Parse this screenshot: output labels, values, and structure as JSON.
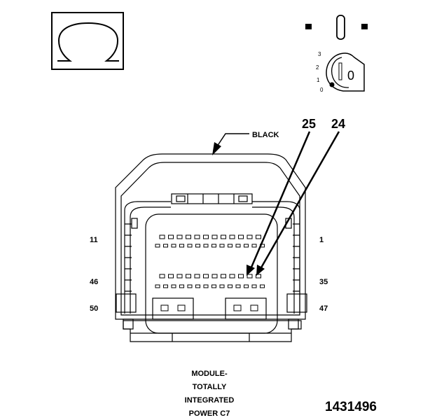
{
  "icons": {
    "ohm_meter": "ohm-symbol-icon",
    "ignition_key": "ignition-key-icon",
    "ignition_switch_off": "switch-off-icon"
  },
  "ignition": {
    "positions": [
      "3",
      "2",
      "1",
      "0"
    ],
    "key_label": "0"
  },
  "connector": {
    "color_label": "BLACK",
    "callouts": [
      "25",
      "24"
    ],
    "pin_labels": {
      "top_left": "11",
      "mid_left": "46",
      "bottom_left": "50",
      "top_right": "1",
      "mid_right": "35",
      "bottom_right": "47"
    }
  },
  "title": {
    "lines": [
      "MODULE-",
      "TOTALLY",
      "INTEGRATED",
      "POWER C7"
    ]
  },
  "figure_number": "1431496",
  "colors": {
    "line": "#000000",
    "background": "#ffffff"
  }
}
